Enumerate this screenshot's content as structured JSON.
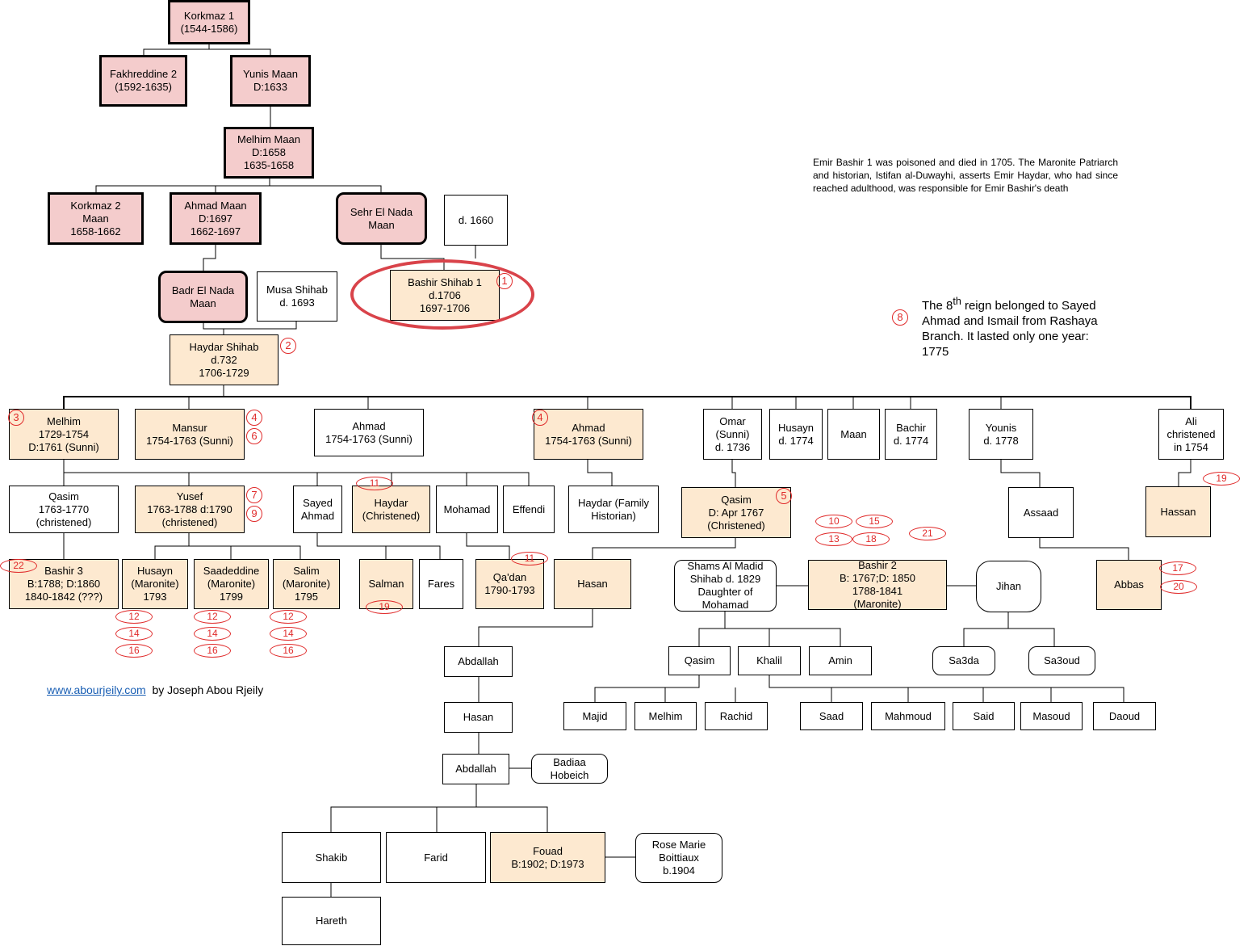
{
  "people": {
    "korkmaz1": [
      "Korkmaz 1",
      "(1544-1586)"
    ],
    "fakhreddine2": [
      "Fakhreddine  2",
      "(1592-1635)"
    ],
    "yunis_maan": [
      "Yunis Maan",
      "D:1633"
    ],
    "melhim_maan": [
      "Melhim Maan",
      "D:1658",
      "1635-1658"
    ],
    "korkmaz2": [
      "Korkmaz 2",
      "Maan",
      "1658-1662"
    ],
    "ahmad_maan": [
      "Ahmad Maan",
      "D:1697",
      "1662-1697"
    ],
    "sehr_el_nada": [
      "Sehr El Nada",
      "Maan"
    ],
    "d1660": [
      "d. 1660"
    ],
    "badr_el_nada": [
      "Badr El Nada",
      "Maan"
    ],
    "musa_shihab": [
      "Musa Shihab",
      "d. 1693"
    ],
    "bashir_shihab1": [
      "Bashir Shihab 1",
      "d.1706",
      "1697-1706"
    ],
    "haydar_shihab": [
      "Haydar Shihab",
      "d.732",
      "1706-1729"
    ],
    "melhim": [
      "Melhim",
      "1729-1754",
      "D:1761 (Sunni)"
    ],
    "mansur": [
      "Mansur",
      "1754-1763  (Sunni)"
    ],
    "ahmad_white": [
      "Ahmad",
      "1754-1763  (Sunni)"
    ],
    "ahmad_ruler": [
      "Ahmad",
      "1754-1763  (Sunni)"
    ],
    "omar": [
      "Omar",
      "(Sunni)",
      "d. 1736"
    ],
    "husayn_1774": [
      "Husayn",
      "d. 1774"
    ],
    "maan": [
      "Maan"
    ],
    "bachir_1774": [
      "Bachir",
      "d. 1774"
    ],
    "younis": [
      "Younis",
      "d. 1778"
    ],
    "ali": [
      "Ali",
      "christened",
      "in 1754"
    ],
    "qasim_1763": [
      "Qasim",
      "1763-1770",
      "(christened)"
    ],
    "yusef": [
      "Yusef",
      "1763-1788  d:1790",
      "(christened)"
    ],
    "sayed_ahmad": [
      "Sayed",
      "Ahmad"
    ],
    "haydar_christened": [
      "Haydar",
      "(Christened)"
    ],
    "mohamad": [
      "Mohamad"
    ],
    "effendi": [
      "Effendi"
    ],
    "haydar_historian": [
      "Haydar (Family",
      "Historian)"
    ],
    "qasim_1767": [
      "Qasim",
      "D: Apr 1767",
      "(Christened)"
    ],
    "assaad": [
      "Assaad"
    ],
    "hassan": [
      "Hassan"
    ],
    "bashir3": [
      "Bashir 3",
      "B:1788; D:1860",
      "1840-1842  (???)"
    ],
    "husayn_maronite": [
      "Husayn",
      "(Maronite)",
      "1793"
    ],
    "saadeddine": [
      "Saadeddine",
      "(Maronite)",
      "1799"
    ],
    "salim": [
      "Salim",
      "(Maronite)",
      "1795"
    ],
    "salman": [
      "Salman"
    ],
    "fares": [
      "Fares"
    ],
    "qadan": [
      "Qa'dan",
      "1790-1793"
    ],
    "hasan_ruler": [
      "Hasan"
    ],
    "shams": [
      "Shams Al Madid",
      "Shihab  d. 1829",
      "Daughter  of",
      "Mohamad"
    ],
    "bashir2": [
      "Bashir 2",
      "B: 1767;D:  1850",
      "1788-1841",
      "(Maronite)"
    ],
    "jihan": [
      "Jihan"
    ],
    "abbas": [
      "Abbas"
    ],
    "abdallah1": [
      "Abdallah"
    ],
    "qasim_son": [
      "Qasim"
    ],
    "khalil": [
      "Khalil"
    ],
    "amin": [
      "Amin"
    ],
    "sa3da": [
      "Sa3da"
    ],
    "sa3oud": [
      "Sa3oud"
    ],
    "majid": [
      "Majid"
    ],
    "melhim_son": [
      "Melhim"
    ],
    "rachid": [
      "Rachid"
    ],
    "saad": [
      "Saad"
    ],
    "mahmoud": [
      "Mahmoud"
    ],
    "said": [
      "Said"
    ],
    "masoud": [
      "Masoud"
    ],
    "daoud": [
      "Daoud"
    ],
    "hasan2": [
      "Hasan"
    ],
    "abdallah2": [
      "Abdallah"
    ],
    "badiaa": [
      "Badiaa",
      "Hobeich"
    ],
    "shakib": [
      "Shakib"
    ],
    "farid": [
      "Farid"
    ],
    "fouad": [
      "Fouad",
      "B:1902; D:1973"
    ],
    "rose_marie": [
      "Rose Marie",
      "Boittiaux",
      "b.1904"
    ],
    "hareth": [
      "Hareth"
    ]
  },
  "reign_markers": {
    "bashir1": "1",
    "haydar": "2",
    "melhim": "3",
    "mansur_a": "4",
    "mansur_b": "6",
    "ahmad": "4",
    "qasim": "5",
    "yusef_a": "7",
    "yusef_b": "9",
    "sayed": "8"
  },
  "other_markers": {
    "haydar_c": "11",
    "qadan": "11",
    "salman": "19",
    "ali": "19",
    "bashir3": "22",
    "b2_10": "10",
    "b2_15": "15",
    "b2_13": "13",
    "b2_18": "18",
    "b2_21": "21",
    "abbas_17": "17",
    "abbas_20": "20",
    "hus_12": "12",
    "hus_14": "14",
    "hus_16": "16",
    "saa_12": "12",
    "saa_14": "14",
    "saa_16": "16",
    "sal_12": "12",
    "sal_14": "14",
    "sal_16": "16"
  },
  "note": "Emir Bashir 1 was poisoned and died in 1705. The Maronite Patriarch and historian, Istifan al-Duwayhi, asserts Emir Haydar, who had since reached adulthood, was responsible for Emir Bashir's death",
  "reign_note": {
    "before": "The 8",
    "sup": "th",
    "after": " reign belonged to Sayed Ahmad and Ismail from Rashaya Branch. It lasted only one year: 1775"
  },
  "credit": {
    "link": "www.abourjeily.com",
    "author": "  by Joseph Abou Rjeily"
  },
  "colors": {
    "ruler_fill": "#fde9d0",
    "maan_fill": "#f4cccc",
    "marker": "#e02b2b",
    "highlight": "#d9434a"
  }
}
